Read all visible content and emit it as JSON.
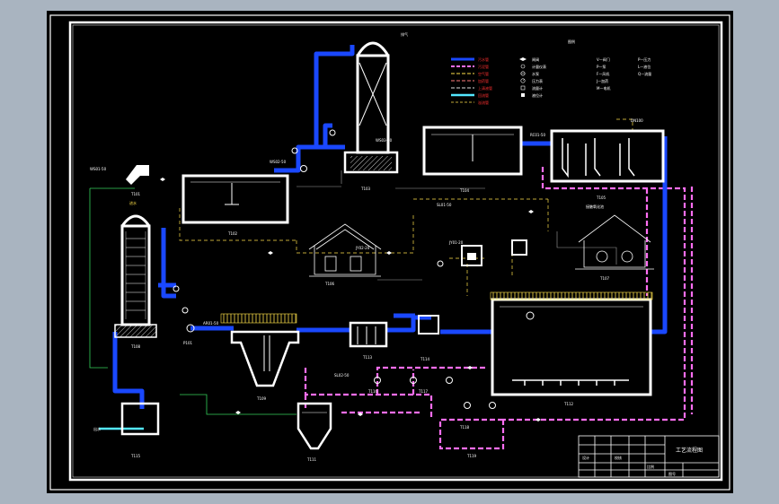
{
  "drawing": {
    "legend": {
      "title": "图例",
      "left_items": [
        {
          "label": "污水管",
          "color": "#1a48ff",
          "kind": "thick"
        },
        {
          "label": "污泥管",
          "color": "#ff6ef2",
          "kind": "dash"
        },
        {
          "label": "空气管",
          "color": "#ffe14a",
          "kind": "dash"
        },
        {
          "label": "加药管",
          "color": "#ff7b7b",
          "kind": "dash"
        },
        {
          "label": "上清液管",
          "color": "#e0e0e0",
          "kind": "dash"
        },
        {
          "label": "回流管",
          "color": "#53e7ff",
          "kind": "thick"
        },
        {
          "label": "溢流管",
          "color": "#ffffff",
          "kind": "dash"
        }
      ],
      "symbol_items": [
        {
          "label": "闸阀",
          "icon": "valve-icon"
        },
        {
          "label": "计量仪表",
          "icon": "flow-meter-icon"
        },
        {
          "label": "水泵",
          "icon": "pump-icon"
        },
        {
          "label": "压力表",
          "icon": "gauge-icon"
        },
        {
          "label": "流量计",
          "icon": "meter-icon"
        },
        {
          "label": "液位计",
          "icon": "level-icon"
        }
      ],
      "right_col1": [
        "V—阀门",
        "P—泵",
        "F—风机",
        "J—加药",
        "M—电机"
      ],
      "right_col2": [
        "P—压力",
        "L—液位",
        "Q—流量"
      ]
    },
    "units": {
      "grit": "T101",
      "tank1": "T102",
      "tower": "T103",
      "tank2": "T104",
      "tank3": "T105",
      "tank3_name": "接触氧化池",
      "building1": "T106",
      "building2": "T107",
      "tall_column": "T108",
      "pump_pit": "P101",
      "pump_pit2": "T109",
      "small_box": "T110",
      "funnel": "T111",
      "big_basin": "T112",
      "filter": "T113",
      "outlet_box": "T114",
      "discharge_box": "T115",
      "sludge_box_a": "T116",
      "sludge_box_b": "T117",
      "pump_a": "T118",
      "pump_b": "T119"
    },
    "annotations": {
      "top_right_tag": "DN100",
      "inlet": "进水",
      "outlet": "出水",
      "gas_out": "排气",
      "pipe_tags": [
        "WS01-50",
        "WS02-50",
        "WS03-80",
        "SL01-50",
        "SL02-50",
        "AR01-50",
        "JY01-20",
        "JY02-20",
        "RC01-50"
      ]
    },
    "title_block": {
      "drawing_title": "工艺流程图",
      "designer": "设计",
      "checker": "校核",
      "scale": "比例",
      "sheet": "图号"
    }
  }
}
